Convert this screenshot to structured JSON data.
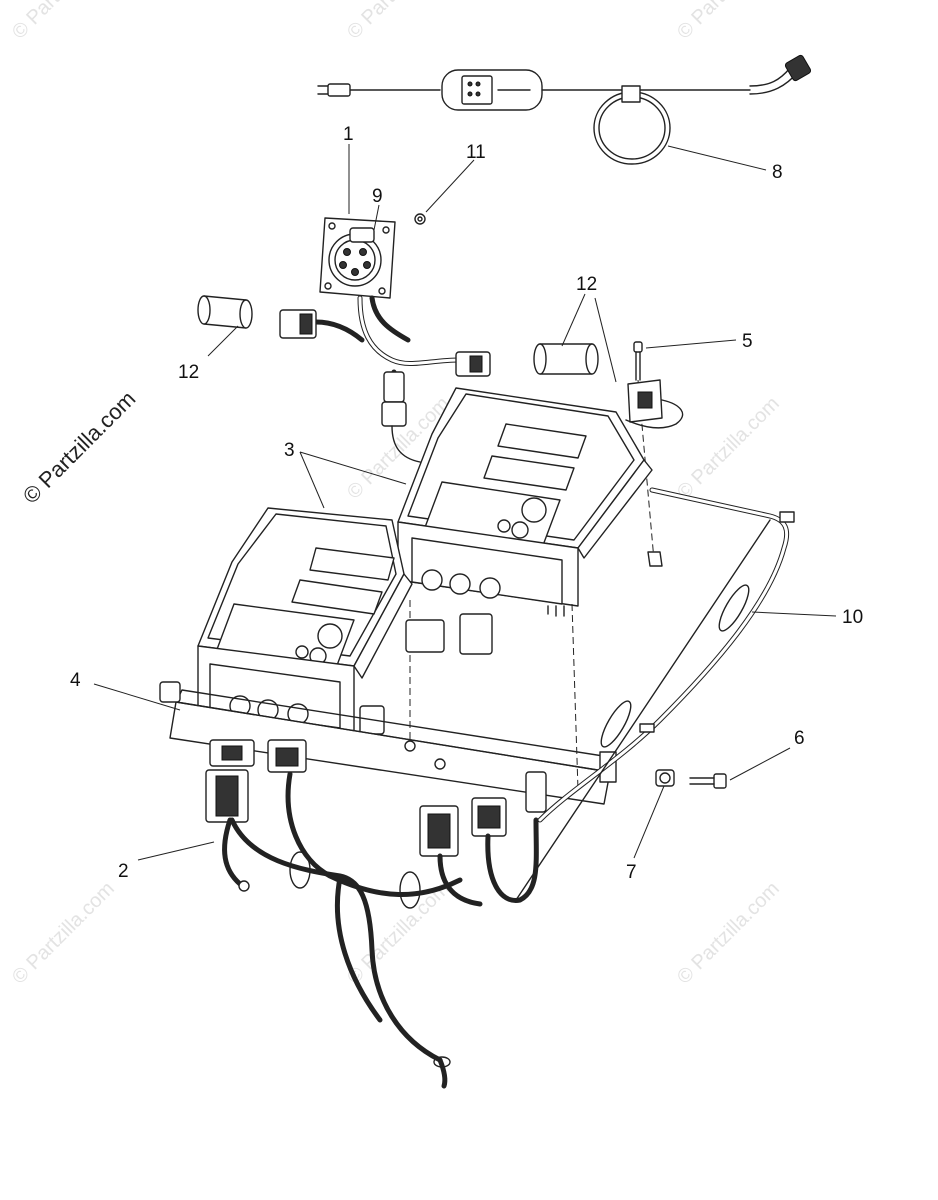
{
  "watermark": {
    "main": "© Partzilla.com",
    "tile": "© Partzilla.com"
  },
  "callouts": [
    {
      "id": "1",
      "label": "1"
    },
    {
      "id": "2",
      "label": "2"
    },
    {
      "id": "3",
      "label": "3"
    },
    {
      "id": "4",
      "label": "4"
    },
    {
      "id": "5",
      "label": "5"
    },
    {
      "id": "6",
      "label": "6"
    },
    {
      "id": "7",
      "label": "7"
    },
    {
      "id": "8",
      "label": "8"
    },
    {
      "id": "9",
      "label": "9"
    },
    {
      "id": "10",
      "label": "10"
    },
    {
      "id": "11",
      "label": "11"
    },
    {
      "id": "12a",
      "label": "12"
    },
    {
      "id": "12b",
      "label": "12"
    }
  ]
}
